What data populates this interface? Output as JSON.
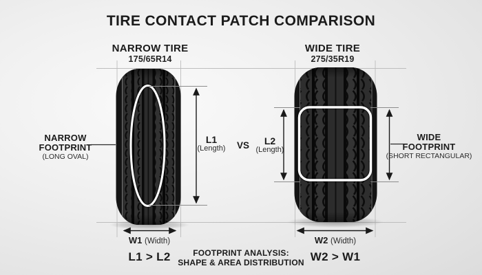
{
  "title": "TIRE CONTACT PATCH COMPARISON",
  "vs_label": "VS",
  "narrow_tire": {
    "heading": "NARROW TIRE",
    "size_code": "175/65R14",
    "footprint_callout": {
      "line1": "NARROW",
      "line2": "FOOTPRINT",
      "line3": "(LONG OVAL)"
    },
    "length_dimension": {
      "label": "L1",
      "sub": "(Length)"
    },
    "width_dimension": {
      "label": "W1",
      "sub": "(Width)"
    },
    "comparison": "L1 > L2"
  },
  "wide_tire": {
    "heading": "WIDE TIRE",
    "size_code": "275/35R19",
    "footprint_callout": {
      "line1": "WIDE",
      "line2": "FOOTPRINT",
      "line3": "(SHORT RECTANGULAR)"
    },
    "length_dimension": {
      "label": "L2",
      "sub": "(Length)"
    },
    "width_dimension": {
      "label": "W2",
      "sub": "(Width)"
    },
    "comparison": "W2 > W1"
  },
  "footer": {
    "line1": "FOOTPRINT ANALYSIS:",
    "line2": "SHAPE & AREA DISTRIBUTION"
  },
  "colors": {
    "contact_patch_outline": "#ffffff",
    "tire_body": "#171717",
    "text": "#1b1b1b",
    "dimension_lines": "#1a1a1a",
    "guide_lines": "#bdbdbd",
    "background_light": "#f6f6f6",
    "background_dark": "#dcdcdc"
  }
}
